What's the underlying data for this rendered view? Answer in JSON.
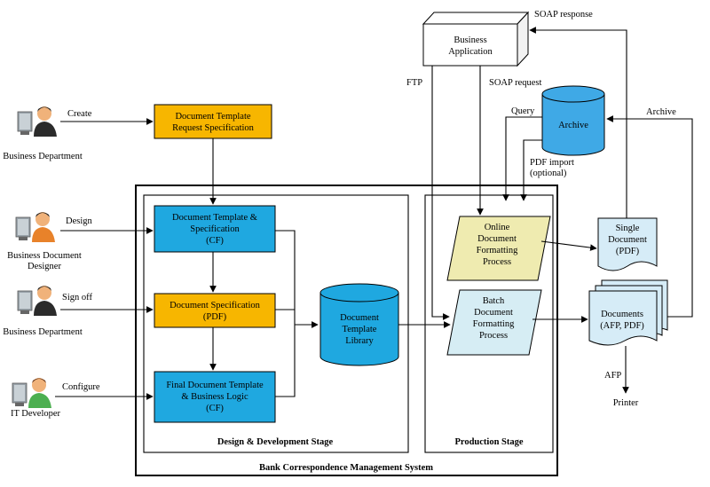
{
  "actors": {
    "business_department_1": "Business Department",
    "business_document_designer_line1": "Business Document",
    "business_document_designer_line2": "Designer",
    "business_department_2": "Business Department",
    "it_developer": "IT Developer"
  },
  "edges": {
    "create": "Create",
    "design": "Design",
    "sign_off": "Sign off",
    "configure": "Configure",
    "ftp": "FTP",
    "soap_request": "SOAP request",
    "soap_response": "SOAP response",
    "query": "Query",
    "pdf_import_line1": "PDF import",
    "pdf_import_line2": "(optional)",
    "archive": "Archive",
    "afp": "AFP"
  },
  "nodes": {
    "template_request_line1": "Document Template",
    "template_request_line2": "Request Specification",
    "template_spec_line1": "Document Template &",
    "template_spec_line2": "Specification",
    "template_spec_line3": "(CF)",
    "doc_spec_line1": "Document Specification",
    "doc_spec_line2": "(PDF)",
    "final_template_line1": "Final Document Template",
    "final_template_line2": "& Business Logic",
    "final_template_line3": "(CF)",
    "library_line1": "Document",
    "library_line2": "Template",
    "library_line3": "Library",
    "business_app_line1": "Business",
    "business_app_line2": "Application",
    "archive": "Archive",
    "online_line1": "Online",
    "online_line2": "Document",
    "online_line3": "Formatting",
    "online_line4": "Process",
    "batch_line1": "Batch",
    "batch_line2": "Document",
    "batch_line3": "Formatting",
    "batch_line4": "Process",
    "single_doc_line1": "Single",
    "single_doc_line2": "Document",
    "single_doc_line3": "(PDF)",
    "documents_line1": "Documents",
    "documents_line2": "(AFP, PDF)",
    "printer": "Printer"
  },
  "stages": {
    "design_stage": "Design & Development Stage",
    "production_stage": "Production Stage",
    "system": "Bank Correspondence Management System"
  },
  "colors": {
    "yellow_box": "#F7B600",
    "blue_box": "#1FA8E0",
    "archive_fill": "#3FA9E6",
    "library_fill": "#1FA8E0",
    "online_fill": "#EFEBB0",
    "batch_fill": "#D6EDF4",
    "doc_fill": "#D6ECF7"
  }
}
